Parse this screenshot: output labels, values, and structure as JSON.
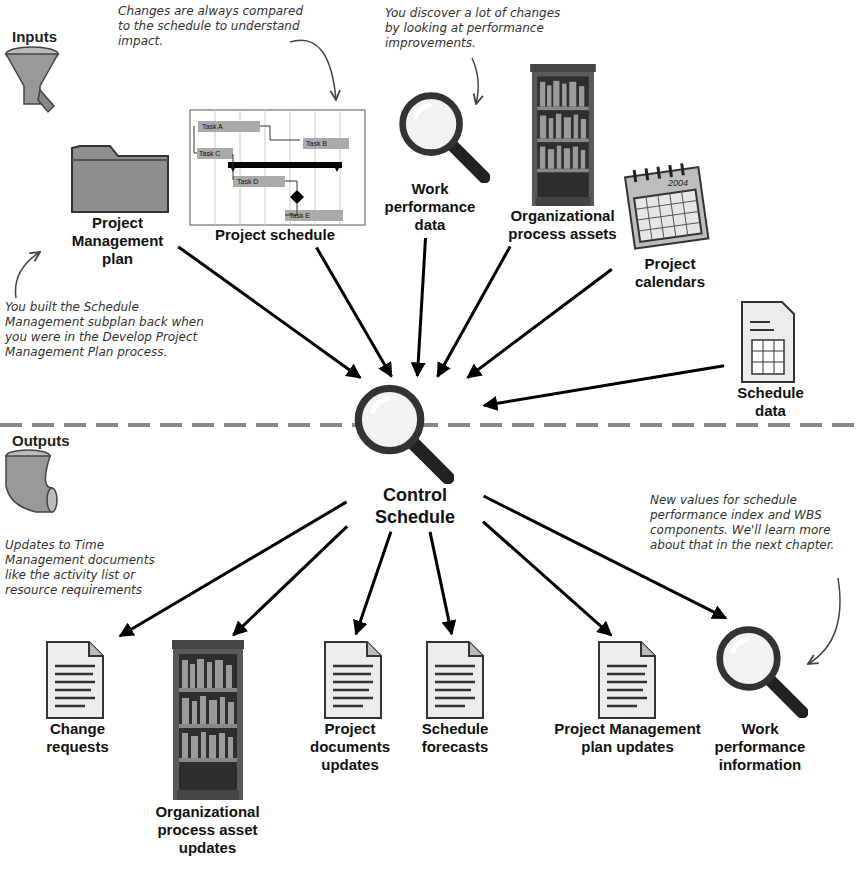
{
  "diagram": {
    "nodes": [
      {
        "text": [
          "Project Management plan"
        ]
      },
      {
        "text": [
          "Project schedule"
        ]
      },
      {
        "text": [
          "Work performance data"
        ]
      },
      {
        "text": [
          "Organizational process assets"
        ]
      },
      {
        "text": [
          "Project calendars"
        ]
      },
      {
        "text": [
          "Schedule data"
        ]
      },
      {
        "text": [
          "Control Schedule"
        ]
      },
      {
        "text": [
          "Change requests"
        ]
      },
      {
        "text": [
          "Organizational process asset updates"
        ]
      },
      {
        "text": [
          "Project documents updates"
        ]
      },
      {
        "text": [
          "Schedule forecasts"
        ]
      },
      {
        "text": [
          "Project Management plan updates"
        ]
      },
      {
        "text": [
          "Work performance information"
        ]
      }
    ],
    "edges": [
      {
        "from": 0,
        "to": 6,
        "arrow": "to"
      },
      {
        "from": 1,
        "to": 6,
        "arrow": "to"
      },
      {
        "from": 2,
        "to": 6,
        "arrow": "to"
      },
      {
        "from": 3,
        "to": 6,
        "arrow": "to"
      },
      {
        "from": 4,
        "to": 6,
        "arrow": "to"
      },
      {
        "from": 5,
        "to": 6,
        "arrow": "to"
      },
      {
        "from": 6,
        "to": 7,
        "arrow": "to"
      },
      {
        "from": 6,
        "to": 8,
        "arrow": "to"
      },
      {
        "from": 6,
        "to": 9,
        "arrow": "to"
      },
      {
        "from": 6,
        "to": 10,
        "arrow": "to"
      },
      {
        "from": 6,
        "to": 11,
        "arrow": "to"
      },
      {
        "from": 6,
        "to": 12,
        "arrow": "to"
      }
    ],
    "labels": [
      "Inputs",
      "Changes are always compared to the schedule to understand impact.",
      "You discover a lot of changes by looking at performance improvements.",
      "Task A",
      "Task B",
      "Task C",
      "Task D",
      "Task E",
      "2004",
      "You built the Schedule Management subplan back when you were in the Develop Project Management Plan process.",
      "Outputs",
      "Updates to Time Management documents like the activity list or resource requirements",
      "New values for schedule performance index and WBS components. We'll learn more about that in the next chapter."
    ]
  }
}
